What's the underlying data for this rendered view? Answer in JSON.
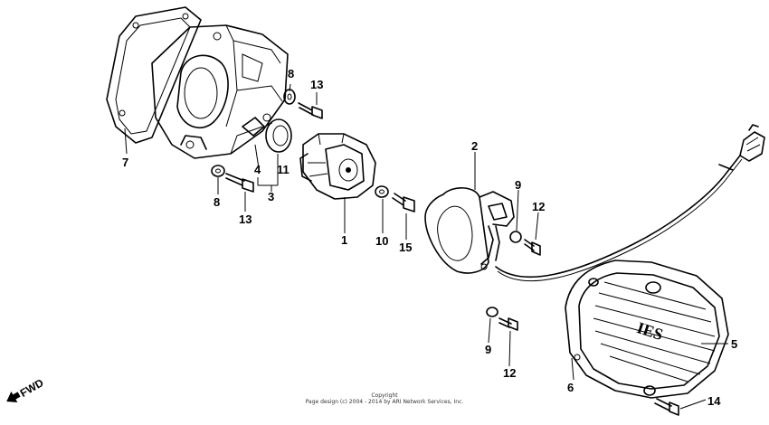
{
  "diagram": {
    "callouts": [
      {
        "id": "c1",
        "label": "1"
      },
      {
        "id": "c2",
        "label": "2"
      },
      {
        "id": "c3",
        "label": "3"
      },
      {
        "id": "c4",
        "label": "4"
      },
      {
        "id": "c5",
        "label": "5"
      },
      {
        "id": "c6",
        "label": "6"
      },
      {
        "id": "c7",
        "label": "7"
      },
      {
        "id": "c8a",
        "label": "8"
      },
      {
        "id": "c8b",
        "label": "8"
      },
      {
        "id": "c9a",
        "label": "9"
      },
      {
        "id": "c9b",
        "label": "9"
      },
      {
        "id": "c10",
        "label": "10"
      },
      {
        "id": "c11",
        "label": "11"
      },
      {
        "id": "c12a",
        "label": "12"
      },
      {
        "id": "c12b",
        "label": "12"
      },
      {
        "id": "c13a",
        "label": "13"
      },
      {
        "id": "c13b",
        "label": "13"
      },
      {
        "id": "c14",
        "label": "14"
      },
      {
        "id": "c15",
        "label": "15"
      }
    ],
    "fwd_label": "FWD",
    "cover_emblem": "IES"
  },
  "footer": {
    "line1": "Copyright",
    "line2": "Page design (c) 2004 - 2014 by ARI Network Services, Inc."
  }
}
